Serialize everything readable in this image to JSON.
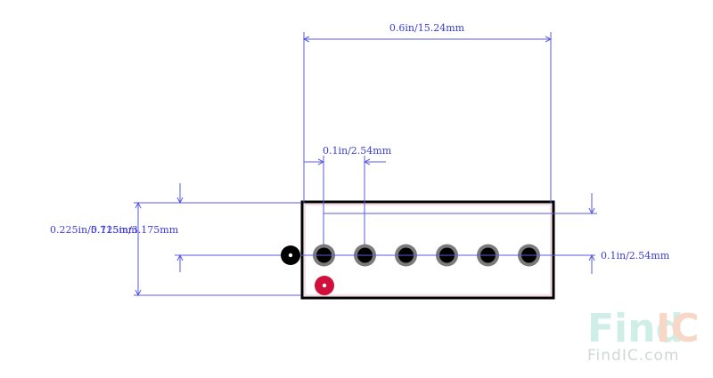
{
  "dimensions": {
    "overall_width": "0.6in/15.24mm",
    "pitch_top": "0.1in/2.54mm",
    "pitch_right": "0.1in/2.54mm",
    "height_left_outer": "0.225in/5.715mm",
    "height_left_inner": "0.125in/3.175mm"
  },
  "watermark": {
    "logo_find": "Find",
    "logo_ic": "IC",
    "url": "FindIC.com"
  },
  "colors": {
    "dimension_line": "#5a5ae0",
    "outline": "#000000",
    "pad_ring": "#7a7a7a",
    "pad_hole": "#000000",
    "pin1_marker": "#d0103a",
    "watermark_find": "#cfeee6",
    "watermark_ic": "#f7d7c7"
  },
  "pads": {
    "count": 6
  }
}
